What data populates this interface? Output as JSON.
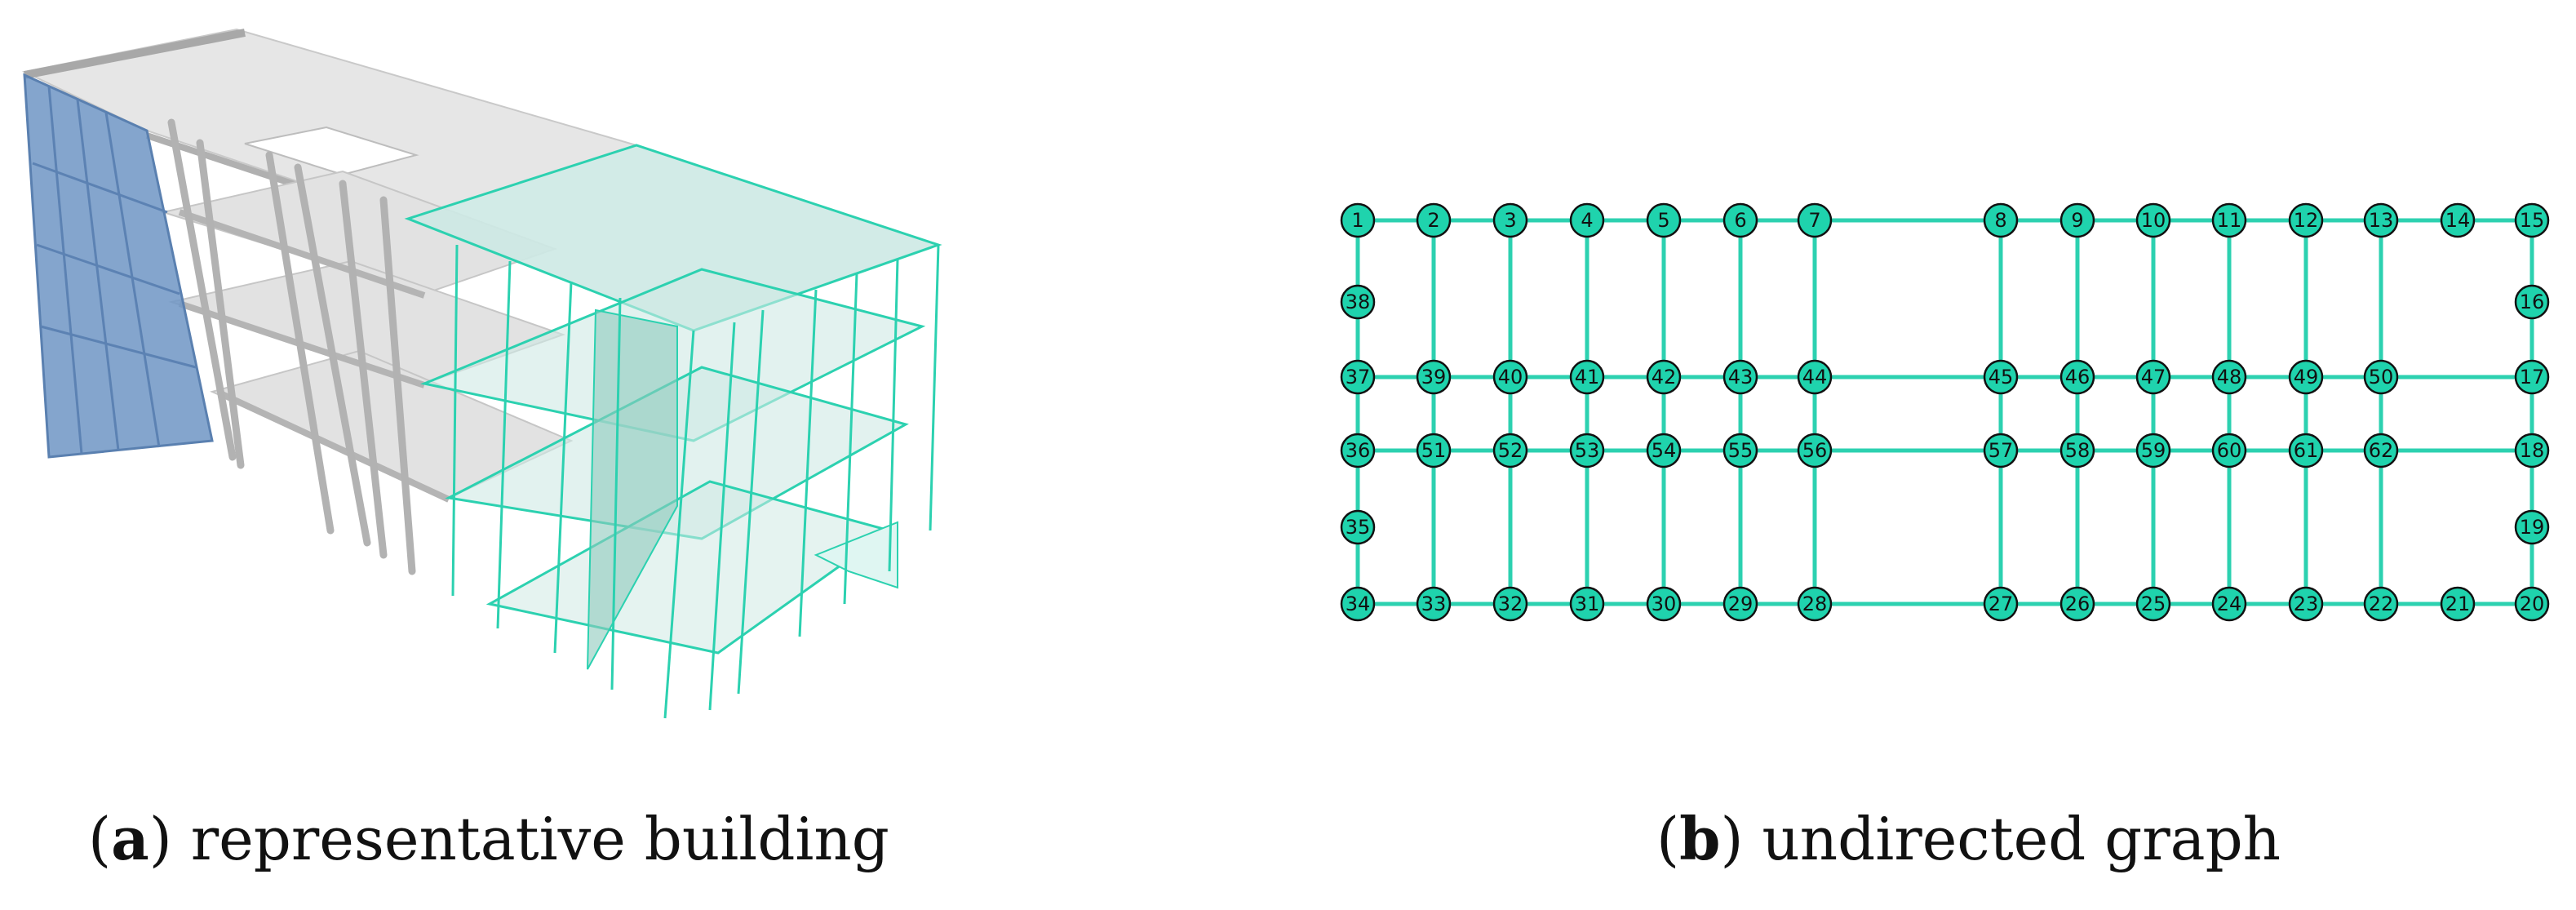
{
  "colors": {
    "edge": "#2cd1b0",
    "node_fill": "#1fd3ad",
    "node_stroke": "#111111",
    "facade_blue": "#6f95c4",
    "slab_grey": "#e4e4e4",
    "frame_grey": "#b8b8b8",
    "teal_fill": "#bfe8df"
  },
  "captions": {
    "a_letter": "a",
    "a_text": "representative building",
    "b_letter": "b",
    "b_text": "undirected graph"
  },
  "graph": {
    "nodes": [
      {
        "id": "1"
      },
      {
        "id": "2"
      },
      {
        "id": "3"
      },
      {
        "id": "4"
      },
      {
        "id": "5"
      },
      {
        "id": "6"
      },
      {
        "id": "7"
      },
      {
        "id": "8"
      },
      {
        "id": "9"
      },
      {
        "id": "10"
      },
      {
        "id": "11"
      },
      {
        "id": "12"
      },
      {
        "id": "13"
      },
      {
        "id": "14"
      },
      {
        "id": "15"
      },
      {
        "id": "38"
      },
      {
        "id": "16"
      },
      {
        "id": "37"
      },
      {
        "id": "39"
      },
      {
        "id": "40"
      },
      {
        "id": "41"
      },
      {
        "id": "42"
      },
      {
        "id": "43"
      },
      {
        "id": "44"
      },
      {
        "id": "45"
      },
      {
        "id": "46"
      },
      {
        "id": "47"
      },
      {
        "id": "48"
      },
      {
        "id": "49"
      },
      {
        "id": "50"
      },
      {
        "id": "17"
      },
      {
        "id": "36"
      },
      {
        "id": "51"
      },
      {
        "id": "52"
      },
      {
        "id": "53"
      },
      {
        "id": "54"
      },
      {
        "id": "55"
      },
      {
        "id": "56"
      },
      {
        "id": "57"
      },
      {
        "id": "58"
      },
      {
        "id": "59"
      },
      {
        "id": "60"
      },
      {
        "id": "61"
      },
      {
        "id": "62"
      },
      {
        "id": "18"
      },
      {
        "id": "35"
      },
      {
        "id": "19"
      },
      {
        "id": "34"
      },
      {
        "id": "33"
      },
      {
        "id": "32"
      },
      {
        "id": "31"
      },
      {
        "id": "30"
      },
      {
        "id": "29"
      },
      {
        "id": "28"
      },
      {
        "id": "27"
      },
      {
        "id": "26"
      },
      {
        "id": "25"
      },
      {
        "id": "24"
      },
      {
        "id": "23"
      },
      {
        "id": "22"
      },
      {
        "id": "21"
      },
      {
        "id": "20"
      }
    ],
    "edges": [
      [
        "1",
        "2"
      ],
      [
        "2",
        "3"
      ],
      [
        "3",
        "4"
      ],
      [
        "4",
        "5"
      ],
      [
        "5",
        "6"
      ],
      [
        "6",
        "7"
      ],
      [
        "7",
        "8"
      ],
      [
        "8",
        "9"
      ],
      [
        "9",
        "10"
      ],
      [
        "10",
        "11"
      ],
      [
        "11",
        "12"
      ],
      [
        "12",
        "13"
      ],
      [
        "13",
        "14"
      ],
      [
        "14",
        "15"
      ],
      [
        "37",
        "39"
      ],
      [
        "39",
        "40"
      ],
      [
        "40",
        "41"
      ],
      [
        "41",
        "42"
      ],
      [
        "42",
        "43"
      ],
      [
        "43",
        "44"
      ],
      [
        "44",
        "45"
      ],
      [
        "45",
        "46"
      ],
      [
        "46",
        "47"
      ],
      [
        "47",
        "48"
      ],
      [
        "48",
        "49"
      ],
      [
        "49",
        "50"
      ],
      [
        "50",
        "17"
      ],
      [
        "36",
        "51"
      ],
      [
        "51",
        "52"
      ],
      [
        "52",
        "53"
      ],
      [
        "53",
        "54"
      ],
      [
        "54",
        "55"
      ],
      [
        "55",
        "56"
      ],
      [
        "56",
        "57"
      ],
      [
        "57",
        "58"
      ],
      [
        "58",
        "59"
      ],
      [
        "59",
        "60"
      ],
      [
        "60",
        "61"
      ],
      [
        "61",
        "62"
      ],
      [
        "62",
        "18"
      ],
      [
        "34",
        "33"
      ],
      [
        "33",
        "32"
      ],
      [
        "32",
        "31"
      ],
      [
        "31",
        "30"
      ],
      [
        "30",
        "29"
      ],
      [
        "29",
        "28"
      ],
      [
        "28",
        "27"
      ],
      [
        "27",
        "26"
      ],
      [
        "26",
        "25"
      ],
      [
        "25",
        "24"
      ],
      [
        "24",
        "23"
      ],
      [
        "23",
        "22"
      ],
      [
        "22",
        "21"
      ],
      [
        "21",
        "20"
      ],
      [
        "1",
        "38"
      ],
      [
        "38",
        "37"
      ],
      [
        "37",
        "36"
      ],
      [
        "36",
        "35"
      ],
      [
        "35",
        "34"
      ],
      [
        "15",
        "16"
      ],
      [
        "16",
        "17"
      ],
      [
        "17",
        "18"
      ],
      [
        "18",
        "19"
      ],
      [
        "19",
        "20"
      ],
      [
        "2",
        "39"
      ],
      [
        "39",
        "51"
      ],
      [
        "51",
        "33"
      ],
      [
        "3",
        "40"
      ],
      [
        "40",
        "52"
      ],
      [
        "52",
        "32"
      ],
      [
        "4",
        "41"
      ],
      [
        "41",
        "53"
      ],
      [
        "53",
        "31"
      ],
      [
        "5",
        "42"
      ],
      [
        "42",
        "54"
      ],
      [
        "54",
        "30"
      ],
      [
        "6",
        "43"
      ],
      [
        "43",
        "55"
      ],
      [
        "55",
        "29"
      ],
      [
        "7",
        "44"
      ],
      [
        "44",
        "56"
      ],
      [
        "56",
        "28"
      ],
      [
        "8",
        "45"
      ],
      [
        "45",
        "57"
      ],
      [
        "57",
        "27"
      ],
      [
        "9",
        "46"
      ],
      [
        "46",
        "58"
      ],
      [
        "58",
        "26"
      ],
      [
        "10",
        "47"
      ],
      [
        "47",
        "59"
      ],
      [
        "59",
        "25"
      ],
      [
        "11",
        "48"
      ],
      [
        "48",
        "60"
      ],
      [
        "60",
        "24"
      ],
      [
        "12",
        "49"
      ],
      [
        "49",
        "61"
      ],
      [
        "61",
        "23"
      ],
      [
        "13",
        "50"
      ],
      [
        "50",
        "62"
      ],
      [
        "62",
        "22"
      ]
    ]
  }
}
